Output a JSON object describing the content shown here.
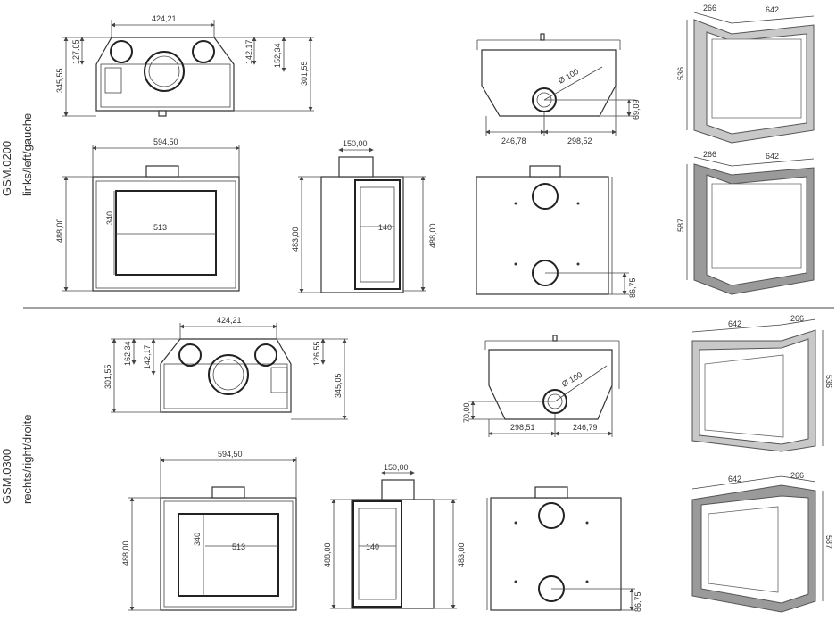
{
  "models": [
    {
      "code": "GSM.0200",
      "side": "links/left/gauche",
      "top_view": {
        "width": "424,21",
        "left_h1": "127,05",
        "left_h2": "345,55",
        "right_h1": "142,17",
        "right_h2": "152,34",
        "right_h3": "301,55"
      },
      "rear_top_view": {
        "flue": "Ø 100",
        "dim_left": "246,78",
        "dim_right": "298,52",
        "dim_h": "69,09"
      },
      "front_view": {
        "width": "594,50",
        "height": "488,00",
        "glass_w": "513",
        "glass_h": "340"
      },
      "side_view": {
        "flue": "150,00",
        "height": "483,00",
        "glass_w": "140"
      },
      "back_view": {
        "height": "488,00",
        "dim_bottom": "86,75"
      },
      "corner_small": {
        "a": "266",
        "b": "642",
        "h": "536"
      },
      "corner_large": {
        "a": "266",
        "b": "642",
        "h": "587"
      }
    },
    {
      "code": "GSM.0300",
      "side": "rechts/right/droite",
      "top_view": {
        "width": "424,21",
        "left_h1": "162,34",
        "left_h2": "142,17",
        "left_h3": "301,55",
        "right_h1": "126,55",
        "right_h2": "345,05"
      },
      "rear_top_view": {
        "flue": "Ø 100",
        "dim_left": "298,51",
        "dim_right": "246,79",
        "dim_h": "70,00"
      },
      "front_view": {
        "width": "594,50",
        "height": "488,00",
        "glass_w": "513",
        "glass_h": "340"
      },
      "side_view": {
        "flue": "150,00",
        "height": "483,00",
        "glass_w": "140"
      },
      "back_view": {
        "height": "488,00",
        "dim_bottom": "86,75"
      },
      "corner_small": {
        "a": "642",
        "b": "266",
        "h": "536"
      },
      "corner_large": {
        "a": "642",
        "b": "266",
        "h": "587"
      }
    }
  ]
}
